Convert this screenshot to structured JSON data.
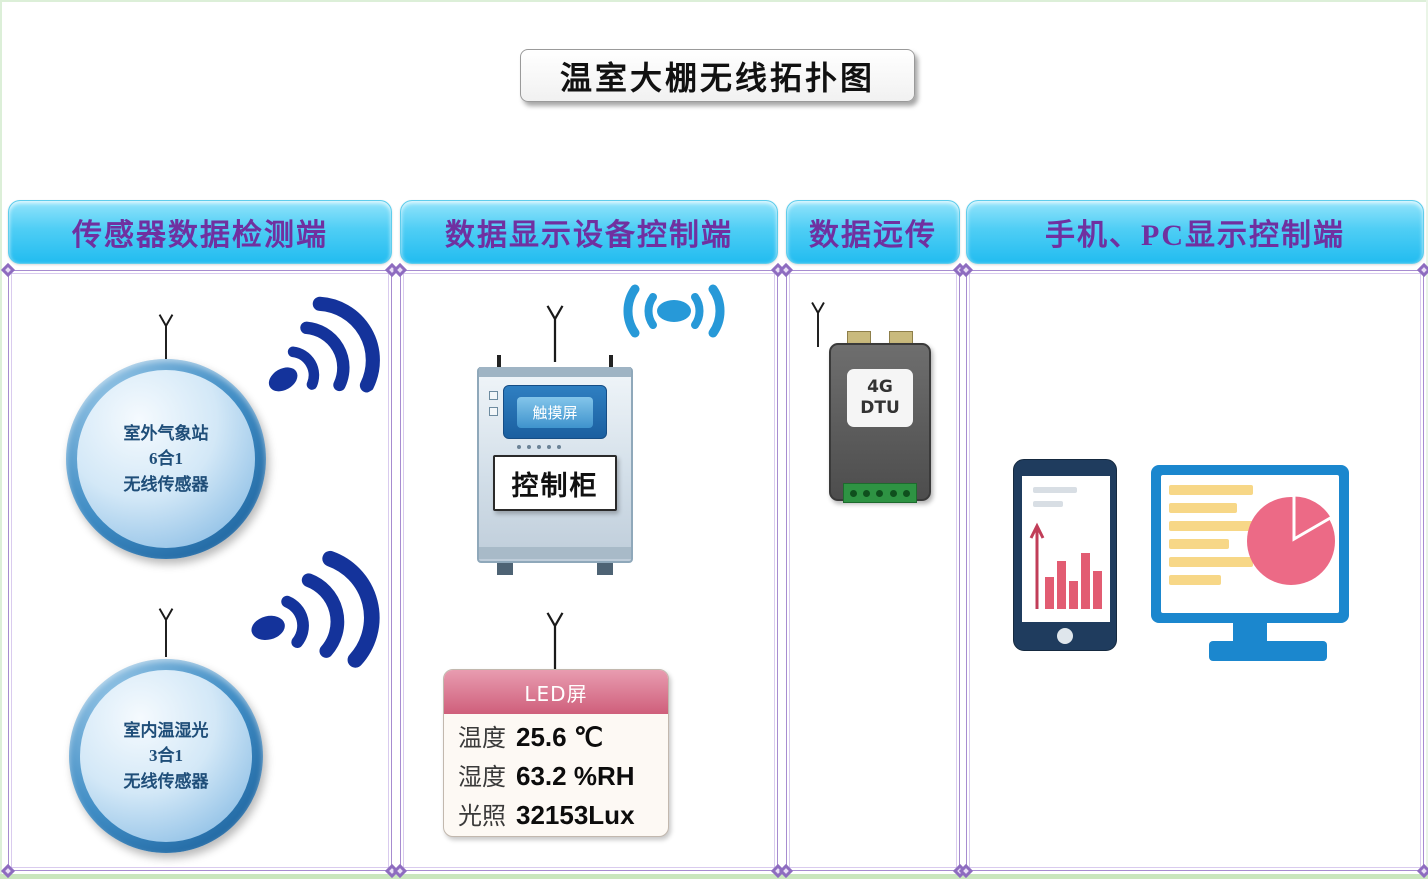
{
  "page": {
    "title": "温室大棚无线拓扑图"
  },
  "columns": [
    {
      "header": "传感器数据检测端"
    },
    {
      "header": "数据显示设备控制端"
    },
    {
      "header": "数据远传"
    },
    {
      "header": "手机、PC显示控制端"
    }
  ],
  "sensors": {
    "outdoor": {
      "line1": "室外气象站",
      "line2": "6合1",
      "line3": "无线传感器"
    },
    "indoor": {
      "line1": "室内温湿光",
      "line2": "3合1",
      "line3": "无线传感器"
    }
  },
  "control": {
    "touch_screen": "触摸屏",
    "cabinet": "控制柜"
  },
  "dtu": {
    "line1": "4G",
    "line2": "DTU"
  },
  "led_panel": {
    "title": "LED屏",
    "rows": [
      {
        "label": "温度",
        "value": "25.6 ℃"
      },
      {
        "label": "湿度",
        "value": "63.2 %RH"
      },
      {
        "label": "光照",
        "value": "32153Lux"
      }
    ]
  },
  "colors": {
    "header_cyan": "#2fbff1",
    "header_text_purple": "#7030a0",
    "panel_border_purple": "#a78cd0",
    "sensor_sphere_blue": "#0d4f8b",
    "signal_navy": "#14339b",
    "signal_light_blue": "#2799d8",
    "led_header_pink": "#cf5f7b",
    "dtu_terminal_green": "#2e9343",
    "device_navy": "#1f3c5e",
    "monitor_blue": "#1b87ce",
    "chart_red": "#e25c72",
    "chart_yellow": "#f7d787",
    "page_frame_green": "#c9e6bd"
  }
}
